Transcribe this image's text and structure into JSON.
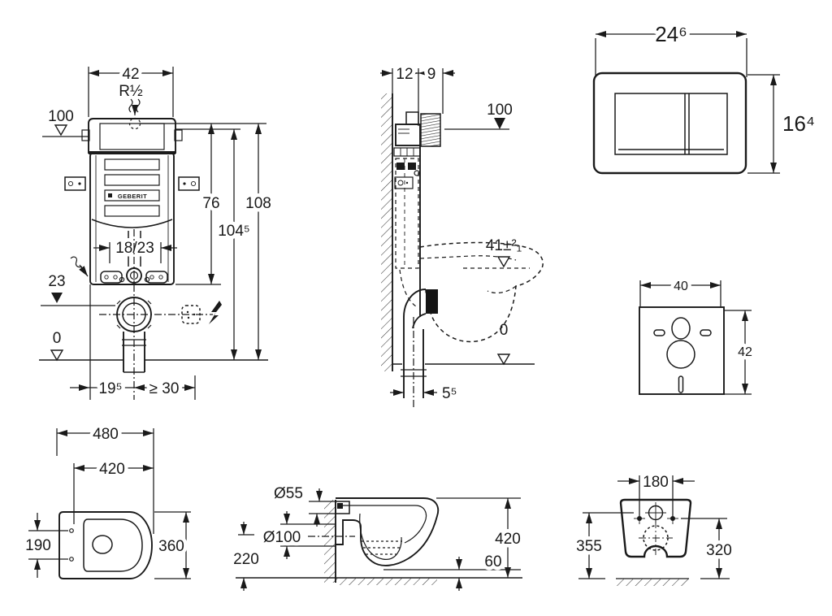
{
  "drawings": {
    "cistern_front": {
      "logo": "GEBERIT",
      "dims": {
        "width": "42",
        "thread": "R½",
        "supply_level": "100",
        "height_inner": "76",
        "height_total": "108",
        "height_104": "104⁵",
        "outlet_size": "18/23",
        "outlet_level": "23",
        "floor_level": "0",
        "offset_left": "19⁵",
        "clearance_right": "≥ 30"
      }
    },
    "cistern_side": {
      "dims": {
        "depth_frame": "12",
        "depth_tank": "9",
        "top_level": "100",
        "rim_level": "41±²₁",
        "floor_level": "0",
        "pipe_dia": "5⁵"
      }
    },
    "flush_plate": {
      "dims": {
        "width": "24⁶",
        "height": "16⁴"
      }
    },
    "insulation_mat": {
      "dims": {
        "width": "40",
        "height": "42"
      }
    },
    "pan_top": {
      "dims": {
        "length": "480",
        "seat_length": "420",
        "hole_spacing": "190",
        "width": "360"
      }
    },
    "pan_side": {
      "dims": {
        "inlet_dia": "Ø55",
        "outlet_dia": "Ø100",
        "outlet_height": "220",
        "height": "420",
        "floor_gap": "60"
      }
    },
    "pan_rear": {
      "dims": {
        "hole_spacing": "180",
        "left_height": "355",
        "right_height": "320"
      }
    }
  }
}
